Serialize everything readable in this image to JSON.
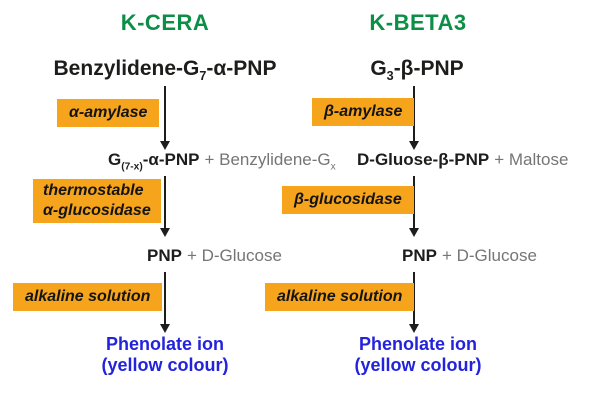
{
  "palette": {
    "header_green": "#0d8e47",
    "box_orange": "#f5a41c",
    "result_blue": "#2323dc",
    "ink": "#1d1d1b",
    "gray": "#757575",
    "background": "#ffffff"
  },
  "kcera": {
    "header": "K-CERA",
    "substrate": {
      "pre": "Benzylidene-G",
      "sub": "7",
      "post": "-α-PNP"
    },
    "enzyme1": "α-amylase",
    "product1": {
      "bold_pre": "G",
      "bold_sub": "(7-x)",
      "bold_post": "-α-PNP",
      "gray": "+ Benzylidene-G",
      "gray_sub": "x"
    },
    "enzyme2_line1": "thermostable",
    "enzyme2_line2": "α-glucosidase",
    "product2": {
      "bold": "PNP",
      "gray": "+ D-Glucose"
    },
    "enzyme3": "alkaline solution",
    "result_line1": "Phenolate ion",
    "result_line2": "(yellow colour)"
  },
  "kbeta3": {
    "header": "K-BETA3",
    "substrate": {
      "pre": "G",
      "sub": "3",
      "post": "-β-PNP"
    },
    "enzyme1": "β-amylase",
    "product1": {
      "bold": "D-Gluose-β-PNP",
      "gray": "+ Maltose"
    },
    "enzyme2": "β-glucosidase",
    "product2": {
      "bold": "PNP",
      "gray": "+ D-Glucose"
    },
    "enzyme3": "alkaline solution",
    "result_line1": "Phenolate ion",
    "result_line2": "(yellow colour)"
  }
}
